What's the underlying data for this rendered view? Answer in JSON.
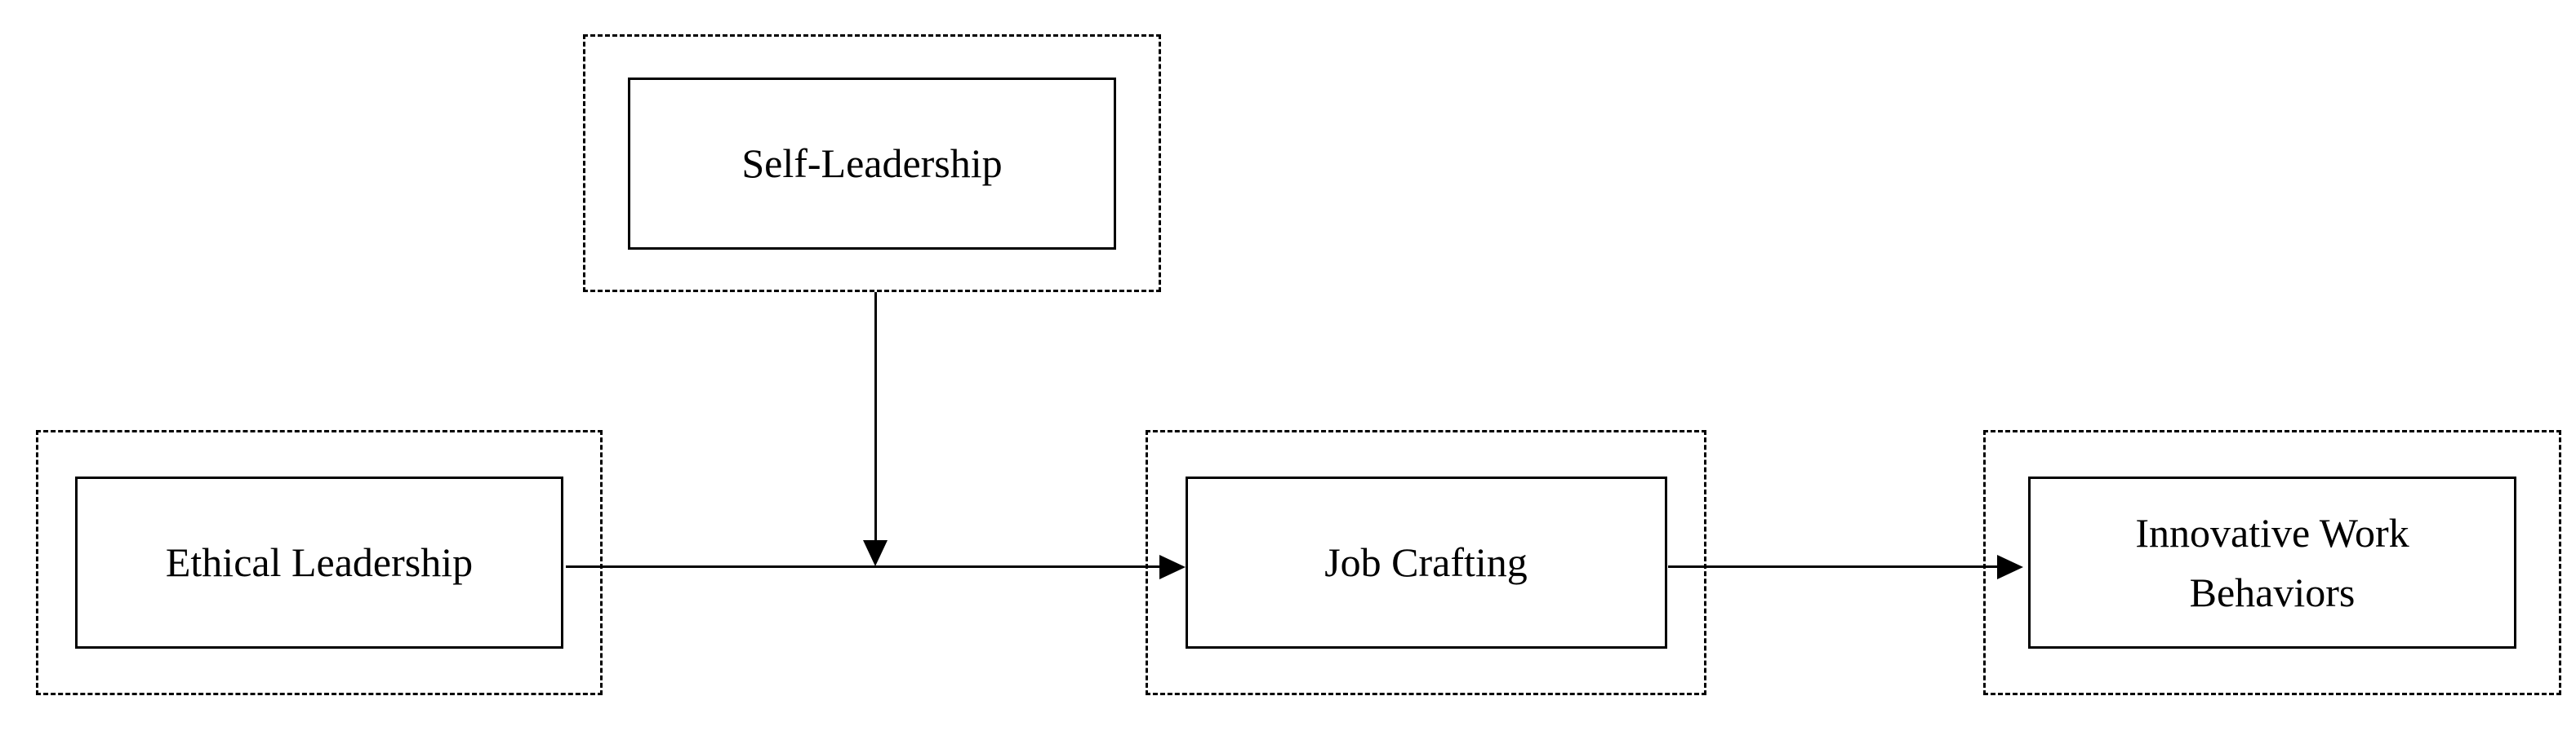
{
  "diagram": {
    "nodes": {
      "self_leadership": {
        "label": "Self-Leadership"
      },
      "ethical_leadership": {
        "label": "Ethical Leadership"
      },
      "job_crafting": {
        "label": "Job Crafting"
      },
      "innovative_work_behaviors": {
        "label": "Innovative Work\nBehaviors"
      }
    },
    "edges": [
      {
        "from": "ethical_leadership",
        "to": "job_crafting",
        "style": "solid-arrow"
      },
      {
        "from": "job_crafting",
        "to": "innovative_work_behaviors",
        "style": "solid-arrow"
      },
      {
        "from": "self_leadership",
        "to": "arrow_ethical_leadership_to_job_crafting",
        "style": "solid-arrow"
      }
    ],
    "box_style": {
      "outer_border": "dashed",
      "inner_border": "solid"
    },
    "colors": {
      "background": "#ffffff",
      "line": "#000000",
      "text": "#000000"
    }
  }
}
